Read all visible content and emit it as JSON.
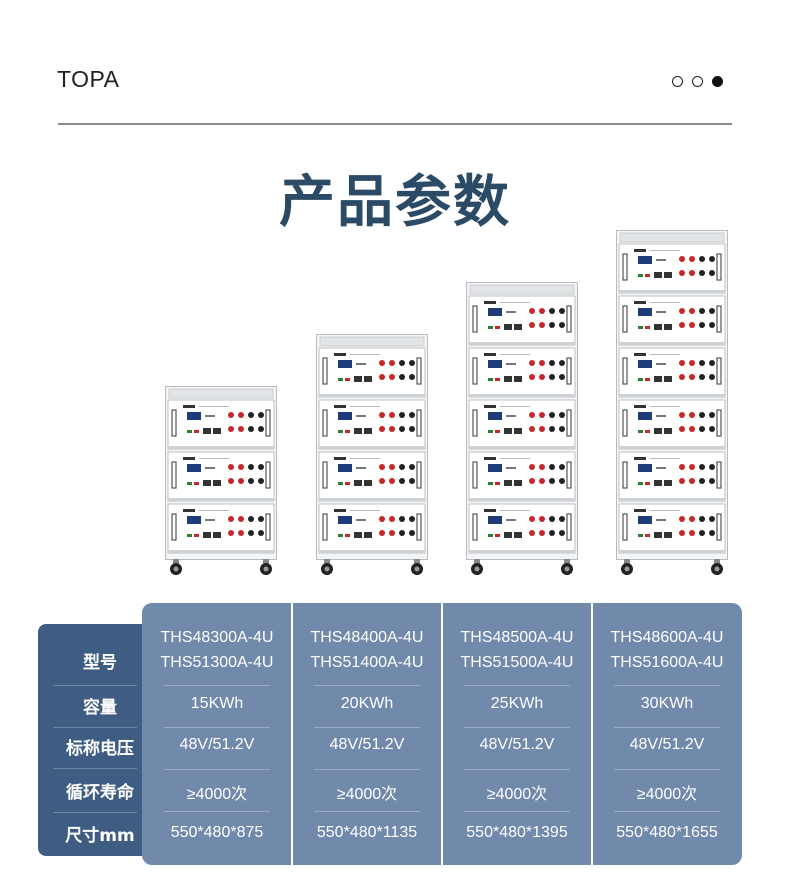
{
  "brand": "TOPA",
  "title": "产品参数",
  "table": {
    "row_labels": [
      "型号",
      "容量",
      "标称电压",
      "循环寿命",
      "尺寸mm"
    ],
    "columns": [
      {
        "model_1": "THS48300A-4U",
        "model_2": "THS51300A-4U",
        "capacity": "15KWh",
        "voltage": "48V/51.2V",
        "cycle": "≥4000次",
        "size": "550*480*875"
      },
      {
        "model_1": "THS48400A-4U",
        "model_2": "THS51400A-4U",
        "capacity": "20KWh",
        "voltage": "48V/51.2V",
        "cycle": "≥4000次",
        "size": "550*480*1135"
      },
      {
        "model_1": "THS48500A-4U",
        "model_2": "THS51500A-4U",
        "capacity": "25KWh",
        "voltage": "48V/51.2V",
        "cycle": "≥4000次",
        "size": "550*480*1395"
      },
      {
        "model_1": "THS48600A-4U",
        "model_2": "THS51600A-4U",
        "capacity": "30KWh",
        "voltage": "48V/51.2V",
        "cycle": "≥4000次",
        "size": "550*480*1655"
      }
    ]
  },
  "racks": [
    {
      "modules": 3
    },
    {
      "modules": 4
    },
    {
      "modules": 5
    },
    {
      "modules": 6
    }
  ],
  "colors": {
    "title": "#2a4a66",
    "header": "#3f5c83",
    "table_body": "#7189ab"
  }
}
